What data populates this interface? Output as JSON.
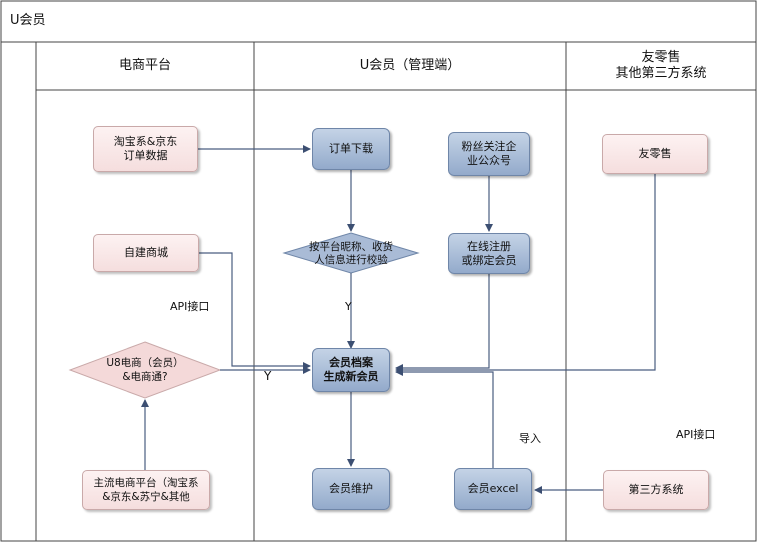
{
  "pool": {
    "title": "U会员"
  },
  "lanes": [
    {
      "id": "ecommerce",
      "title": "电商平台"
    },
    {
      "id": "admin",
      "title": "U会员（管理端）"
    },
    {
      "id": "third",
      "title": "友零售\n其他第三方系统"
    }
  ],
  "nodes": {
    "taobao_jd_orders": "淘宝系&京东\n订单数据",
    "self_mall": "自建商城",
    "u8_decision": "U8电商（会员）\n&电商通?",
    "mainstream_platforms": "主流电商平台（淘宝系\n&京东&苏宁&其他",
    "order_download": "订单下载",
    "verify_decision": "按平台昵称、收货\n人信息进行校验",
    "member_archive": "会员档案\n生成新会员",
    "member_maintain": "会员维护",
    "fans_follow": "粉丝关注企\n业公众号",
    "online_register": "在线注册\n或绑定会员",
    "member_excel": "会员excel",
    "you_retail": "友零售",
    "third_system": "第三方系统"
  },
  "edge_labels": {
    "api_left": "API接口",
    "api_right": "API接口",
    "yes_verify": "Y",
    "yes_u8": "Y",
    "import": "导入"
  }
}
